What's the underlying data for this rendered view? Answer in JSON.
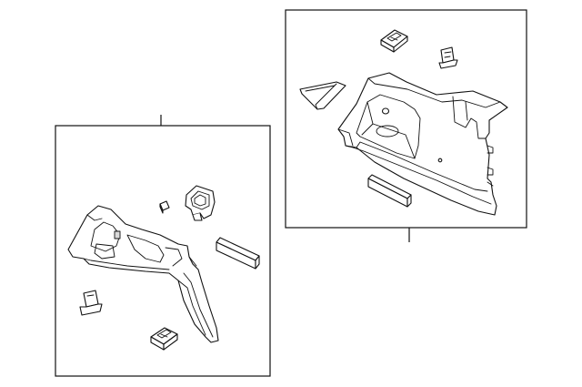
{
  "diagram": {
    "type": "parts-exploded-view",
    "callout_labels": [],
    "groups": [
      {
        "id": "right-group",
        "parts": [
          "upper-clip",
          "retainer-clip",
          "cover-panel",
          "quarter-trim-panel-large",
          "foam-pad"
        ]
      },
      {
        "id": "left-group",
        "parts": [
          "hook-bracket",
          "small-clip",
          "quarter-trim-panel-small",
          "foam-strip",
          "side-clip",
          "lower-clip"
        ]
      }
    ],
    "line_color": "#111111",
    "background": "#ffffff"
  }
}
